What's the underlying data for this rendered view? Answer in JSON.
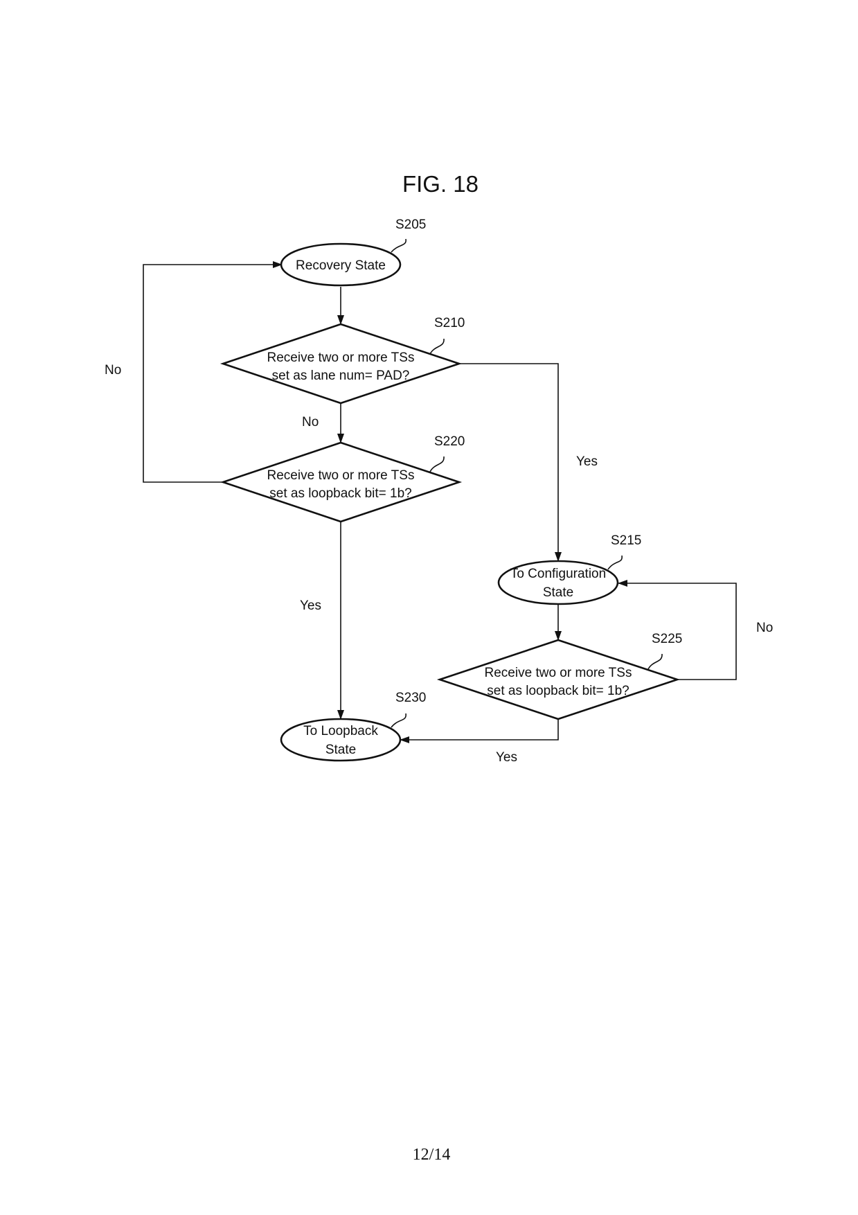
{
  "figure": {
    "title": "FIG. 18",
    "page_number": "12/14"
  },
  "nodes": [
    {
      "id": "S205",
      "type": "terminal",
      "ref": "S205",
      "lines": [
        "Recovery State"
      ]
    },
    {
      "id": "S210",
      "type": "decision",
      "ref": "S210",
      "lines": [
        "Receive two or more TSs",
        "set as lane num= PAD?"
      ]
    },
    {
      "id": "S220",
      "type": "decision",
      "ref": "S220",
      "lines": [
        "Receive two or more TSs",
        "set as loopback bit= 1b?"
      ]
    },
    {
      "id": "S215",
      "type": "terminal",
      "ref": "S215",
      "lines": [
        "To Configuration",
        "State"
      ]
    },
    {
      "id": "S225",
      "type": "decision",
      "ref": "S225",
      "lines": [
        "Receive two or more TSs",
        "set as loopback bit= 1b?"
      ]
    },
    {
      "id": "S230",
      "type": "terminal",
      "ref": "S230",
      "lines": [
        "To Loopback",
        "State"
      ]
    }
  ],
  "edges": [
    {
      "from": "S205",
      "to": "S210",
      "label": ""
    },
    {
      "from": "S210",
      "to": "S220",
      "label": "No"
    },
    {
      "from": "S210",
      "to": "S215",
      "label": "Yes"
    },
    {
      "from": "S220",
      "to": "S205",
      "label": "No"
    },
    {
      "from": "S220",
      "to": "S230",
      "label": "Yes"
    },
    {
      "from": "S215",
      "to": "S225",
      "label": ""
    },
    {
      "from": "S225",
      "to": "S215",
      "label": "No"
    },
    {
      "from": "S225",
      "to": "S230",
      "label": "Yes"
    }
  ]
}
